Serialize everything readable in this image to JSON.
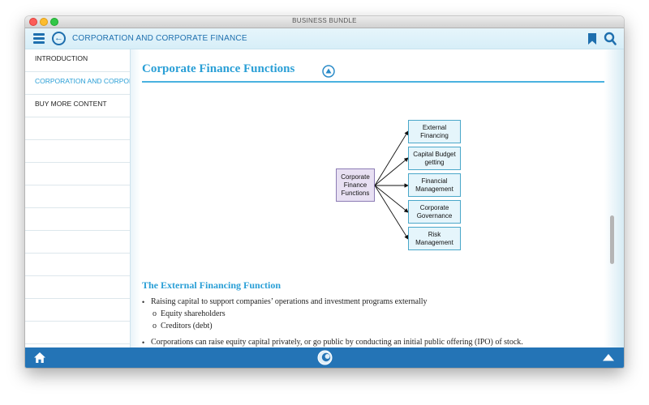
{
  "window": {
    "title": "BUSINESS BUNDLE"
  },
  "appbar": {
    "section_title": "CORPORATION AND CORPORATE FINANCE"
  },
  "sidebar": {
    "items": [
      {
        "label": "INTRODUCTION"
      },
      {
        "label": "CORPORATION AND CORPOR..."
      },
      {
        "label": "BUY MORE CONTENT"
      }
    ]
  },
  "content": {
    "heading": "Corporate Finance Functions",
    "diagram": {
      "root": [
        "Corporate",
        "Finance",
        "Functions"
      ],
      "branches": [
        [
          "External",
          "Financing"
        ],
        [
          "Capital Budget",
          "getting"
        ],
        [
          "Financial",
          "Management"
        ],
        [
          "Corporate",
          "Governance"
        ],
        [
          "Risk",
          "Management"
        ]
      ]
    },
    "subheading": "The External Financing Function",
    "bullets": [
      {
        "text": "Raising capital to support companies’ operations and investment programs externally",
        "subitems": [
          "Equity shareholders",
          "Creditors (debt)"
        ]
      },
      {
        "text": "Corporations can raise equity capital privately, or go public by conducting an initial public offering (IPO) of stock."
      }
    ]
  },
  "icons": {
    "menu": "hamburger-icon",
    "back": "back-arrow-icon",
    "bookmark": "bookmark-icon",
    "search": "search-icon",
    "up": "scroll-up-icon",
    "home": "home-icon",
    "logo": "app-logo-icon",
    "top": "triangle-up-icon"
  },
  "colors": {
    "accent": "#2a9fd6",
    "bar": "#2474b6",
    "diagram_box": "#e5f5fb",
    "diagram_root": "#e8e0f3"
  }
}
